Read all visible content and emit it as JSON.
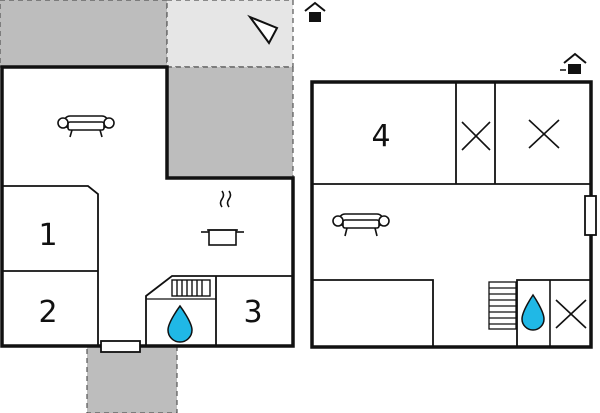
{
  "colors": {
    "terrace": "#bdbdbd",
    "terrace_light": "#e6e6e6",
    "wall": "#111111",
    "water": "#20b8e6",
    "background": "#ffffff"
  },
  "ground_floor": {
    "rooms": [
      {
        "label": "1",
        "type": "bedroom"
      },
      {
        "label": "2",
        "type": "bedroom"
      },
      {
        "label": "3",
        "type": "bedroom"
      }
    ],
    "icons": [
      "sofa-icon",
      "cooking-pot-icon",
      "radiator-icon",
      "water-drop-icon",
      "entrance-house-icon",
      "window-marker-icon"
    ]
  },
  "upper_floor": {
    "rooms": [
      {
        "label": "4",
        "type": "bedroom"
      }
    ],
    "icons": [
      "sofa-icon",
      "staircase-icon",
      "water-drop-icon",
      "void-cross-icon",
      "entrance-house-icon",
      "window-marker-icon"
    ]
  }
}
